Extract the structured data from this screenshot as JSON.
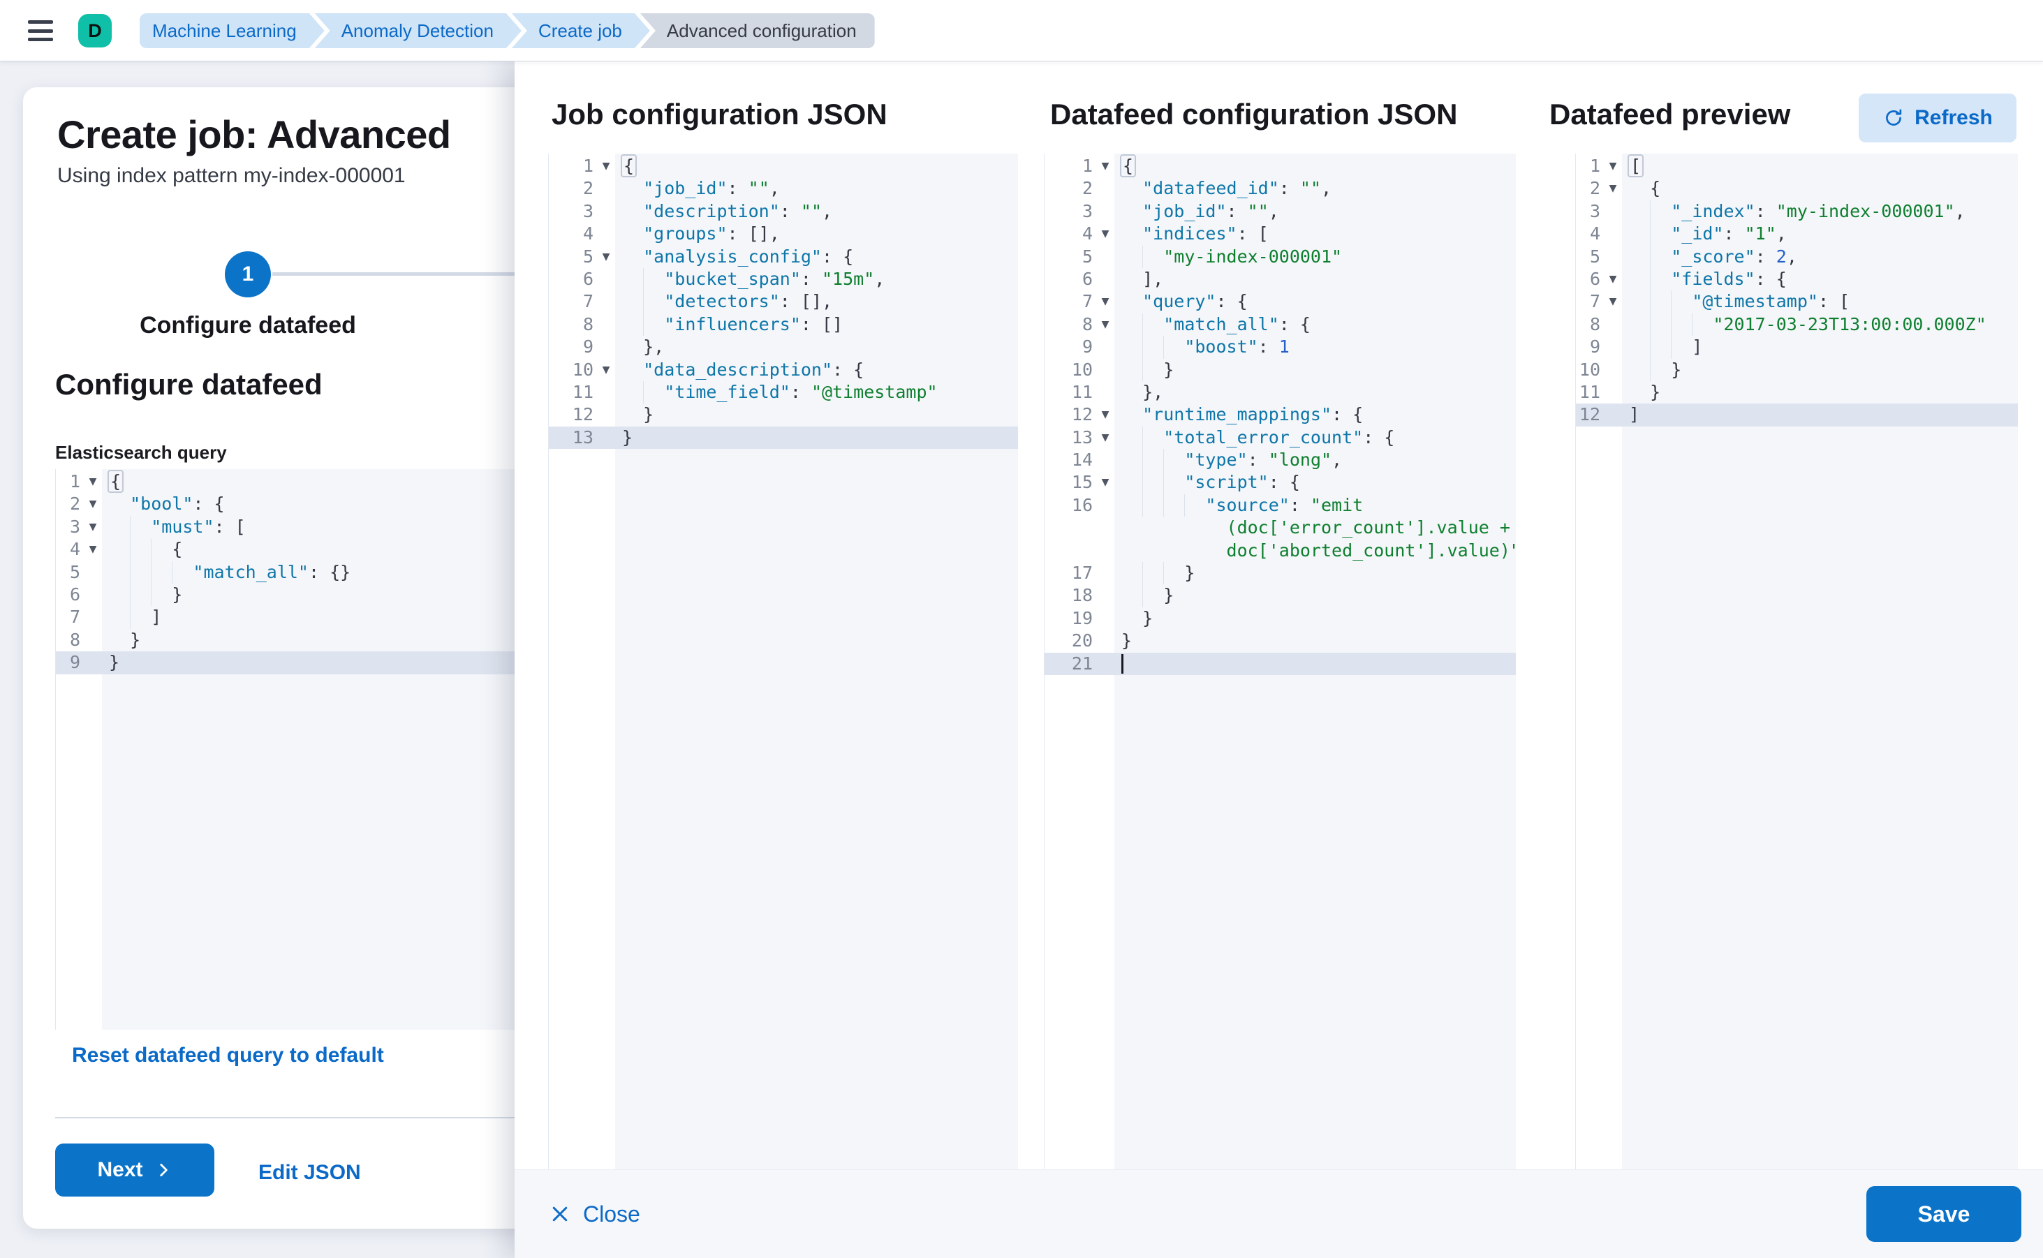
{
  "header": {
    "avatar": {
      "initial": "D",
      "bg": "#0fbfa8"
    },
    "breadcrumbs": [
      {
        "label": "Machine Learning",
        "current": false
      },
      {
        "label": "Anomaly Detection",
        "current": false
      },
      {
        "label": "Create job",
        "current": false
      },
      {
        "label": "Advanced configuration",
        "current": true
      }
    ]
  },
  "page": {
    "title": "Create job: Advanced",
    "subtitle": "Using index pattern my-index-000001",
    "step": {
      "number": "1",
      "label": "Configure datafeed"
    },
    "section_heading": "Configure datafeed",
    "query_label": "Elasticsearch query",
    "reset_link": "Reset datafeed query to default",
    "next_button": "Next",
    "edit_json_link": "Edit JSON"
  },
  "flyout": {
    "panels": [
      {
        "title": "Job configuration JSON"
      },
      {
        "title": "Datafeed configuration JSON"
      },
      {
        "title": "Datafeed preview"
      }
    ],
    "refresh_button": "Refresh",
    "close_button": "Close",
    "save_button": "Save"
  },
  "colors": {
    "primary": "#0b74c9",
    "link": "#0b69c7",
    "breadcrumb_bg": "#cfe4f7",
    "breadcrumb_current_bg": "#d3d9e3",
    "avatar_bg": "#0fbfa8",
    "editor_bg": "#f4f6fa",
    "active_line": "#dee4ef",
    "json_key": "#0e76a8",
    "json_string": "#0e7f2e",
    "json_number": "#2460c8"
  },
  "editors": {
    "esq": {
      "lines": [
        {
          "n": 1,
          "f": 1,
          "p": [
            [
              "m",
              "{"
            ]
          ]
        },
        {
          "n": 2,
          "f": 1,
          "p": [
            [
              "p",
              "  "
            ],
            [
              "k",
              "\"bool\""
            ],
            [
              "p",
              ": {"
            ]
          ]
        },
        {
          "n": 3,
          "f": 1,
          "p": [
            [
              "p",
              "    "
            ],
            [
              "k",
              "\"must\""
            ],
            [
              "p",
              ": ["
            ]
          ]
        },
        {
          "n": 4,
          "f": 1,
          "p": [
            [
              "p",
              "      {"
            ]
          ]
        },
        {
          "n": 5,
          "p": [
            [
              "p",
              "        "
            ],
            [
              "k",
              "\"match_all\""
            ],
            [
              "p",
              ": {}"
            ]
          ]
        },
        {
          "n": 6,
          "p": [
            [
              "p",
              "      }"
            ]
          ]
        },
        {
          "n": 7,
          "p": [
            [
              "p",
              "    ]"
            ]
          ]
        },
        {
          "n": 8,
          "p": [
            [
              "p",
              "  }"
            ]
          ]
        },
        {
          "n": 9,
          "h": 1,
          "p": [
            [
              "p",
              "}"
            ]
          ]
        }
      ]
    },
    "job": {
      "lines": [
        {
          "n": 1,
          "f": 1,
          "p": [
            [
              "m",
              "{"
            ]
          ]
        },
        {
          "n": 2,
          "p": [
            [
              "p",
              "  "
            ],
            [
              "k",
              "\"job_id\""
            ],
            [
              "p",
              ": "
            ],
            [
              "s",
              "\"\""
            ],
            [
              "p",
              ","
            ]
          ]
        },
        {
          "n": 3,
          "p": [
            [
              "p",
              "  "
            ],
            [
              "k",
              "\"description\""
            ],
            [
              "p",
              ": "
            ],
            [
              "s",
              "\"\""
            ],
            [
              "p",
              ","
            ]
          ]
        },
        {
          "n": 4,
          "p": [
            [
              "p",
              "  "
            ],
            [
              "k",
              "\"groups\""
            ],
            [
              "p",
              ": [],"
            ]
          ]
        },
        {
          "n": 5,
          "f": 1,
          "p": [
            [
              "p",
              "  "
            ],
            [
              "k",
              "\"analysis_config\""
            ],
            [
              "p",
              ": {"
            ]
          ]
        },
        {
          "n": 6,
          "p": [
            [
              "p",
              "    "
            ],
            [
              "k",
              "\"bucket_span\""
            ],
            [
              "p",
              ": "
            ],
            [
              "s",
              "\"15m\""
            ],
            [
              "p",
              ","
            ]
          ]
        },
        {
          "n": 7,
          "p": [
            [
              "p",
              "    "
            ],
            [
              "k",
              "\"detectors\""
            ],
            [
              "p",
              ": [],"
            ]
          ]
        },
        {
          "n": 8,
          "p": [
            [
              "p",
              "    "
            ],
            [
              "k",
              "\"influencers\""
            ],
            [
              "p",
              ": []"
            ]
          ]
        },
        {
          "n": 9,
          "p": [
            [
              "p",
              "  },"
            ]
          ]
        },
        {
          "n": 10,
          "f": 1,
          "p": [
            [
              "p",
              "  "
            ],
            [
              "k",
              "\"data_description\""
            ],
            [
              "p",
              ": {"
            ]
          ]
        },
        {
          "n": 11,
          "p": [
            [
              "p",
              "    "
            ],
            [
              "k",
              "\"time_field\""
            ],
            [
              "p",
              ": "
            ],
            [
              "s",
              "\"@timestamp\""
            ]
          ]
        },
        {
          "n": 12,
          "p": [
            [
              "p",
              "  }"
            ]
          ]
        },
        {
          "n": 13,
          "h": 1,
          "p": [
            [
              "p",
              "}"
            ]
          ]
        }
      ]
    },
    "df": {
      "lines": [
        {
          "n": 1,
          "f": 1,
          "p": [
            [
              "m",
              "{"
            ]
          ]
        },
        {
          "n": 2,
          "p": [
            [
              "p",
              "  "
            ],
            [
              "k",
              "\"datafeed_id\""
            ],
            [
              "p",
              ": "
            ],
            [
              "s",
              "\"\""
            ],
            [
              "p",
              ","
            ]
          ]
        },
        {
          "n": 3,
          "p": [
            [
              "p",
              "  "
            ],
            [
              "k",
              "\"job_id\""
            ],
            [
              "p",
              ": "
            ],
            [
              "s",
              "\"\""
            ],
            [
              "p",
              ","
            ]
          ]
        },
        {
          "n": 4,
          "f": 1,
          "p": [
            [
              "p",
              "  "
            ],
            [
              "k",
              "\"indices\""
            ],
            [
              "p",
              ": ["
            ]
          ]
        },
        {
          "n": 5,
          "p": [
            [
              "p",
              "    "
            ],
            [
              "s",
              "\"my-index-000001\""
            ]
          ]
        },
        {
          "n": 6,
          "p": [
            [
              "p",
              "  ],"
            ]
          ]
        },
        {
          "n": 7,
          "f": 1,
          "p": [
            [
              "p",
              "  "
            ],
            [
              "k",
              "\"query\""
            ],
            [
              "p",
              ": {"
            ]
          ]
        },
        {
          "n": 8,
          "f": 1,
          "p": [
            [
              "p",
              "    "
            ],
            [
              "k",
              "\"match_all\""
            ],
            [
              "p",
              ": {"
            ]
          ]
        },
        {
          "n": 9,
          "p": [
            [
              "p",
              "      "
            ],
            [
              "k",
              "\"boost\""
            ],
            [
              "p",
              ": "
            ],
            [
              "n2",
              "1"
            ]
          ]
        },
        {
          "n": 10,
          "p": [
            [
              "p",
              "    }"
            ]
          ]
        },
        {
          "n": 11,
          "p": [
            [
              "p",
              "  },"
            ]
          ]
        },
        {
          "n": 12,
          "f": 1,
          "p": [
            [
              "p",
              "  "
            ],
            [
              "k",
              "\"runtime_mappings\""
            ],
            [
              "p",
              ": {"
            ]
          ]
        },
        {
          "n": 13,
          "f": 1,
          "p": [
            [
              "p",
              "    "
            ],
            [
              "k",
              "\"total_error_count\""
            ],
            [
              "p",
              ": {"
            ]
          ]
        },
        {
          "n": 14,
          "p": [
            [
              "p",
              "      "
            ],
            [
              "k",
              "\"type\""
            ],
            [
              "p",
              ": "
            ],
            [
              "s",
              "\"long\""
            ],
            [
              "p",
              ","
            ]
          ]
        },
        {
          "n": 15,
          "f": 1,
          "p": [
            [
              "p",
              "      "
            ],
            [
              "k",
              "\"script\""
            ],
            [
              "p",
              ": {"
            ]
          ]
        },
        {
          "n": 16,
          "p": [
            [
              "p",
              "        "
            ],
            [
              "k",
              "\"source\""
            ],
            [
              "p",
              ": "
            ],
            [
              "s",
              "\"emit"
            ]
          ]
        },
        {
          "w": 1,
          "p": [
            [
              "s",
              "          (doc['error_count'].value +"
            ]
          ]
        },
        {
          "w": 1,
          "p": [
            [
              "s",
              "          doc['aborted_count'].value)\""
            ]
          ]
        },
        {
          "n": 17,
          "p": [
            [
              "p",
              "      }"
            ]
          ]
        },
        {
          "n": 18,
          "p": [
            [
              "p",
              "    }"
            ]
          ]
        },
        {
          "n": 19,
          "p": [
            [
              "p",
              "  }"
            ]
          ]
        },
        {
          "n": 20,
          "p": [
            [
              "p",
              "}"
            ]
          ]
        },
        {
          "n": 21,
          "h": 1,
          "cur": 1,
          "p": []
        }
      ]
    },
    "pv": {
      "lines": [
        {
          "n": 1,
          "f": 1,
          "p": [
            [
              "m",
              "["
            ]
          ]
        },
        {
          "n": 2,
          "f": 1,
          "p": [
            [
              "p",
              "  {"
            ]
          ]
        },
        {
          "n": 3,
          "p": [
            [
              "p",
              "    "
            ],
            [
              "k",
              "\"_index\""
            ],
            [
              "p",
              ": "
            ],
            [
              "s",
              "\"my-index-000001\""
            ],
            [
              "p",
              ","
            ]
          ]
        },
        {
          "n": 4,
          "p": [
            [
              "p",
              "    "
            ],
            [
              "k",
              "\"_id\""
            ],
            [
              "p",
              ": "
            ],
            [
              "s",
              "\"1\""
            ],
            [
              "p",
              ","
            ]
          ]
        },
        {
          "n": 5,
          "p": [
            [
              "p",
              "    "
            ],
            [
              "k",
              "\"_score\""
            ],
            [
              "p",
              ": "
            ],
            [
              "n2",
              "2"
            ],
            [
              "p",
              ","
            ]
          ]
        },
        {
          "n": 6,
          "f": 1,
          "p": [
            [
              "p",
              "    "
            ],
            [
              "k",
              "\"fields\""
            ],
            [
              "p",
              ": {"
            ]
          ]
        },
        {
          "n": 7,
          "f": 1,
          "p": [
            [
              "p",
              "      "
            ],
            [
              "k",
              "\"@timestamp\""
            ],
            [
              "p",
              ": ["
            ]
          ]
        },
        {
          "n": 8,
          "p": [
            [
              "p",
              "        "
            ],
            [
              "s",
              "\"2017-03-23T13:00:00.000Z\""
            ]
          ]
        },
        {
          "n": 9,
          "p": [
            [
              "p",
              "      ]"
            ]
          ]
        },
        {
          "n": 10,
          "p": [
            [
              "p",
              "    }"
            ]
          ]
        },
        {
          "n": 11,
          "p": [
            [
              "p",
              "  }"
            ]
          ]
        },
        {
          "n": 12,
          "h": 1,
          "p": [
            [
              "p",
              "]"
            ]
          ]
        }
      ]
    }
  }
}
